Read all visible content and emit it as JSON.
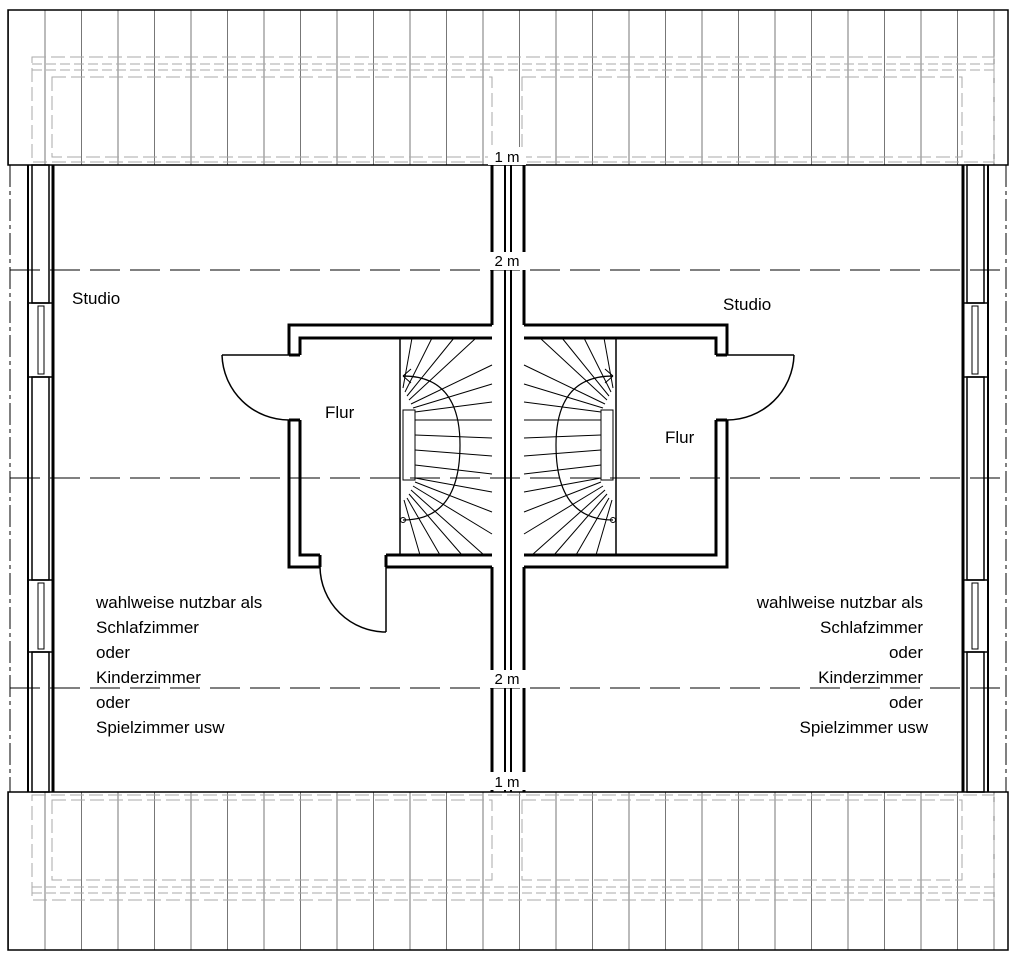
{
  "left": {
    "studio": "Studio",
    "flur": "Flur",
    "note": [
      "wahlweise nutzbar als",
      "Schlafzimmer",
      "oder",
      "Kinderzimmer",
      "oder",
      "Spielzimmer usw"
    ]
  },
  "right": {
    "studio": "Studio",
    "flur": "Flur",
    "note": [
      "wahlweise nutzbar als",
      "Schlafzimmer",
      "oder",
      "Kinderzimmer",
      "oder",
      "Spielzimmer usw"
    ]
  },
  "height_marks": {
    "m1_top": "1 m",
    "m2_top": "2 m",
    "m2_bottom": "2 m",
    "m1_bottom": "1 m"
  }
}
